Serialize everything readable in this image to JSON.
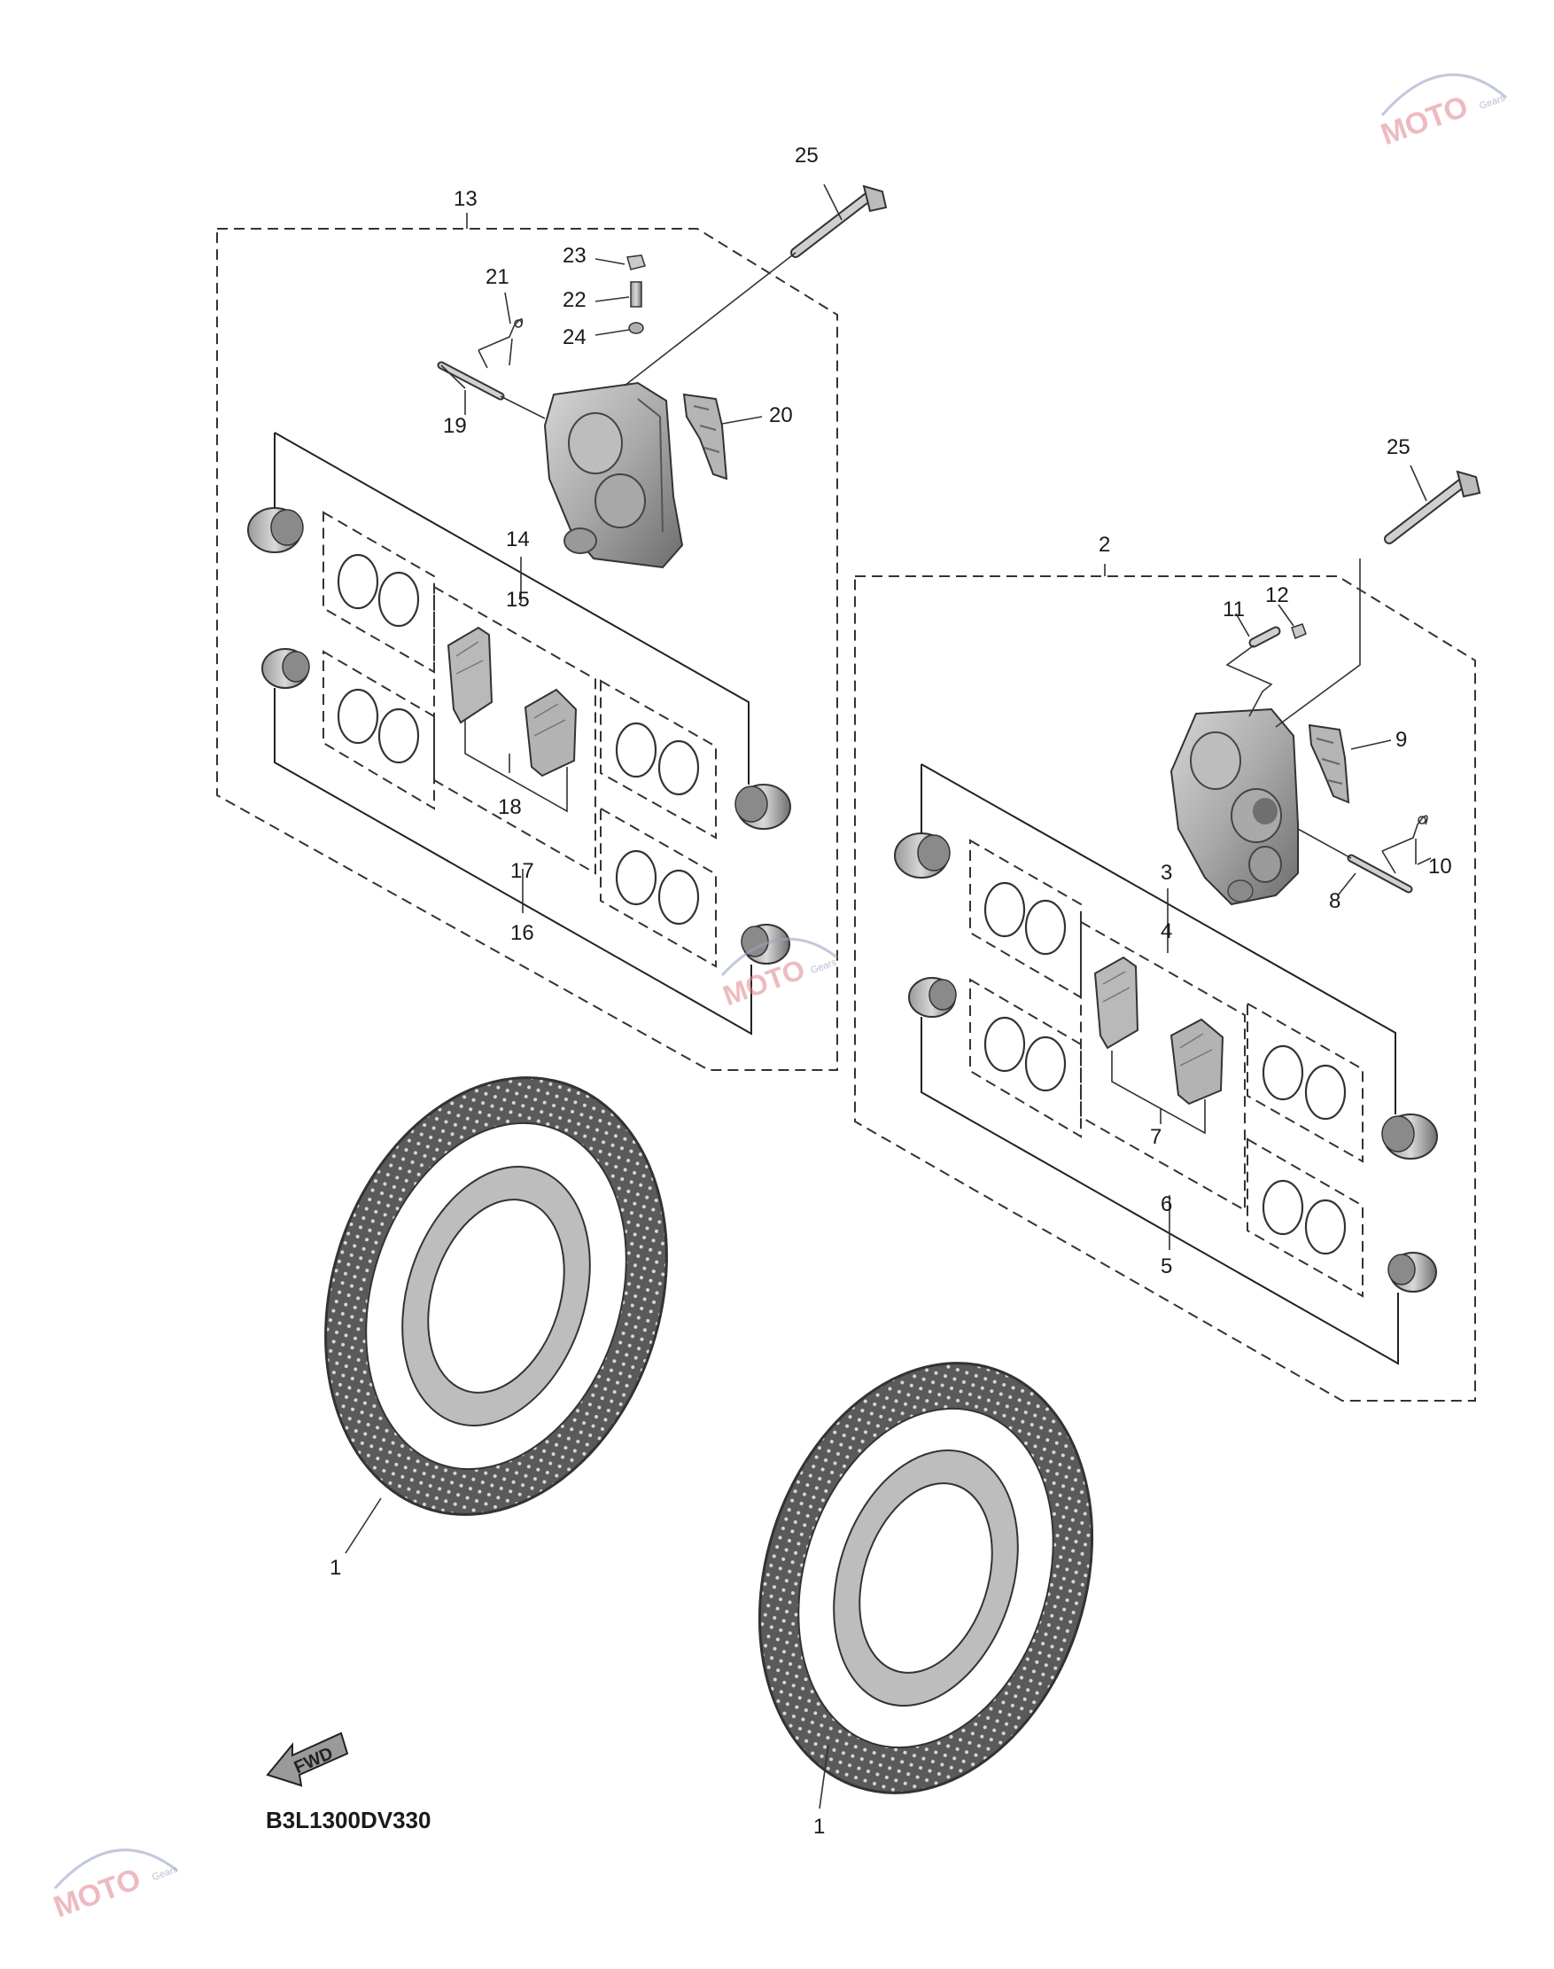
{
  "drawing_code": "B3L1300DV330",
  "fwd_label": "FWD",
  "watermark": {
    "brand": "MOTO",
    "sub": "Gears"
  },
  "callouts": {
    "disc_left": "1",
    "disc_right": "1",
    "caliper_right_assy": "2",
    "right_3": "3",
    "right_4": "4",
    "right_5": "5",
    "right_6": "6",
    "right_7": "7",
    "right_8": "8",
    "right_9": "9",
    "right_10": "10",
    "right_11": "11",
    "right_12": "12",
    "caliper_left_assy": "13",
    "left_14": "14",
    "left_15": "15",
    "left_16": "16",
    "left_17": "17",
    "left_18": "18",
    "left_19": "19",
    "left_20": "20",
    "left_21": "21",
    "left_22": "22",
    "left_23": "23",
    "left_24": "24",
    "bolt_left_25": "25",
    "bolt_right_25": "25"
  }
}
